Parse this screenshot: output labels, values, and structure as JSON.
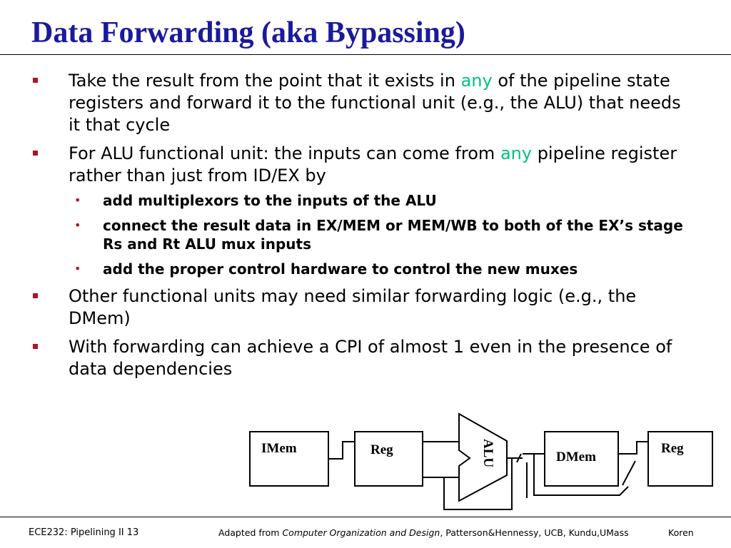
{
  "slide": {
    "title": "Data Forwarding (aka Bypassing)"
  },
  "colors": {
    "title": "#1a1a9a",
    "highlight": "#00c285",
    "bullet_marker": "#b0122a"
  },
  "bullets": {
    "b1": {
      "pre": "Take the result from the point that it exists in ",
      "highlight": "any",
      "post": " of the pipeline state registers and forward it to the functional unit (e.g., the ALU) that needs it that cycle"
    },
    "b2": {
      "pre": "For ALU functional unit:  the inputs can come from ",
      "highlight": "any",
      "post": " pipeline register rather than just from ID/EX by",
      "sub": [
        "add multiplexors to the inputs of the ALU",
        "connect the result data in EX/MEM or MEM/WB to both of the EX’s stage Rs and Rt ALU mux inputs",
        "add the proper control hardware to control the new muxes"
      ]
    },
    "b3": {
      "text": "Other functional units may need similar forwarding logic (e.g., the DMem)"
    },
    "b4": {
      "text": "With forwarding can achieve a CPI of almost 1 even in the presence of data dependencies"
    }
  },
  "diagram": {
    "imem_label": "IMem",
    "reg1_label": "Reg",
    "alu_label": "ALU",
    "dmem_label": "DMem",
    "reg2_label": "Reg"
  },
  "footer": {
    "course": "ECE232: Pipelining II 13",
    "adapted_prefix": "Adapted from ",
    "book_title": "Computer Organization and Design",
    "adapted_suffix": ", Patterson&Hennessy, UCB, Kundu,UMass",
    "author": "Koren"
  }
}
